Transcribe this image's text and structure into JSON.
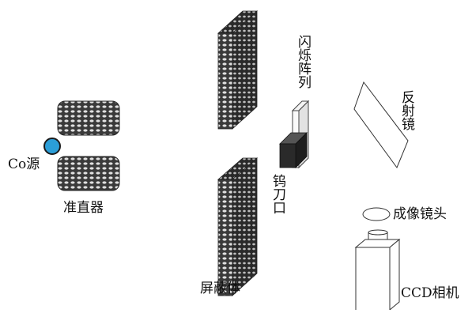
{
  "labels": {
    "co_source": "Co源",
    "collimator": "准直器",
    "shield": "屏蔽体",
    "scintillator": "闪烁阵列",
    "tungsten_edge": "钨刀口",
    "mirror": "反射镜",
    "lens": "成像镜头",
    "camera": "CCD相机"
  },
  "colors": {
    "source": "#2b9ed8",
    "block_dark": "#3a3a3a",
    "block_light": "#d8d8d8",
    "edge_dark": "#1e1e1e"
  }
}
